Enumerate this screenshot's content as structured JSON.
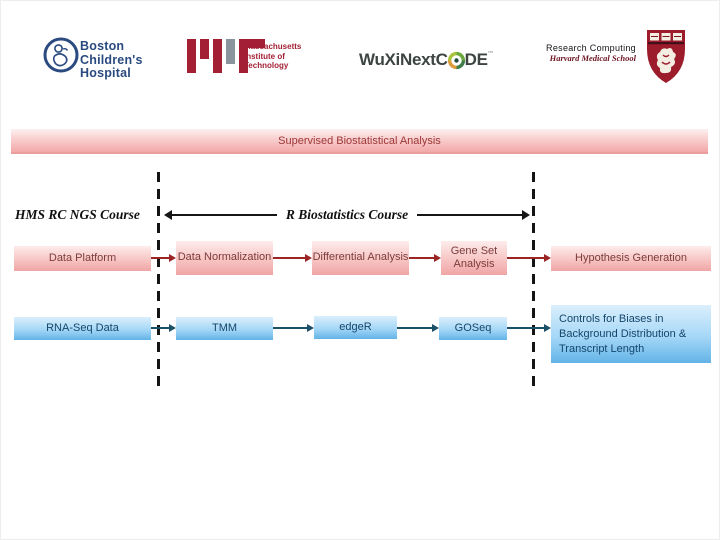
{
  "colors": {
    "red_arrow": "#9b2424",
    "blue_arrow": "#1c5068",
    "pink_text": "#7d3b3b",
    "blue_text": "#14466b",
    "banner_text": "#9c3636",
    "bch_navy": "#2a4a80",
    "mit_red": "#a31f34",
    "mit_gray": "#8a949d",
    "wuxi_dark": "#3d4543",
    "harvard_crimson": "#9c1c2c"
  },
  "header": {
    "bch": {
      "line1": "Boston",
      "line2": "Children's",
      "line3": "Hospital"
    },
    "mit": {
      "line1": "Massachusetts",
      "line2": "Institute of",
      "line3": "Technology"
    },
    "wuxi": {
      "left": "WuXiNextC",
      "right": "DE",
      "tm": "™"
    },
    "research": {
      "title": "Research Computing",
      "subtitle": "Harvard Medical School"
    }
  },
  "banner": {
    "title": "Supervised Biostatistical Analysis"
  },
  "labels": {
    "left_course": "HMS RC NGS Course",
    "center_course": "R Biostatistics Course"
  },
  "flow": {
    "row1": {
      "nodes": [
        {
          "label": "Data Platform"
        },
        {
          "label": "Data Normalization"
        },
        {
          "label": "Differential Analysis"
        },
        {
          "label": "Gene Set Analysis"
        },
        {
          "label": "Hypothesis Generation"
        }
      ]
    },
    "row2": {
      "nodes": [
        {
          "label": "RNA-Seq Data"
        },
        {
          "label": "TMM"
        },
        {
          "label": "edgeR"
        },
        {
          "label": "GOSeq"
        },
        {
          "label": "Controls for Biases in Background Distribution & Transcript Length"
        }
      ]
    }
  }
}
